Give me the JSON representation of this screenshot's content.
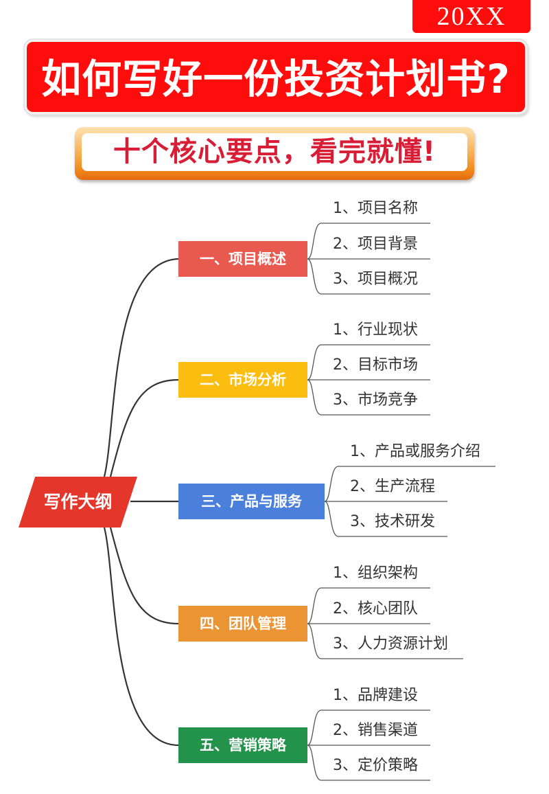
{
  "badge": {
    "year": "20XX"
  },
  "header": {
    "title": "如何写好一份投资计划书?",
    "subtitle": "十个核心要点，看完就懂!"
  },
  "colors": {
    "badge_red": "#ff0d0d",
    "title_red": "#ff0d0d",
    "subtitle_text": "#d81e36",
    "subtitle_border": "#f28a1e",
    "root": "#e5362b",
    "connector": "#333333",
    "leaf_line": "#555555"
  },
  "mindmap": {
    "root": {
      "label": "写作大纲",
      "color": "#e5362b"
    },
    "branches": [
      {
        "label": "一、项目概述",
        "color": "#e85a50",
        "children": [
          "1、项目名称",
          "2、项目背景",
          "3、项目概况"
        ]
      },
      {
        "label": "二、市场分析",
        "color": "#fbbd0f",
        "children": [
          "1、行业现状",
          "2、目标市场",
          "3、市场竞争"
        ]
      },
      {
        "label": "三、产品与服务",
        "color": "#4a7fdb",
        "children": [
          "1、产品或服务介绍",
          "2、生产流程",
          "3、技术研发"
        ]
      },
      {
        "label": "四、团队管理",
        "color": "#ea9433",
        "children": [
          "1、组织架构",
          "2、核心团队",
          "3、人力资源计划"
        ]
      },
      {
        "label": "五、营销策略",
        "color": "#23924a",
        "children": [
          "1、品牌建设",
          "2、销售渠道",
          "3、定价策略"
        ]
      }
    ]
  }
}
